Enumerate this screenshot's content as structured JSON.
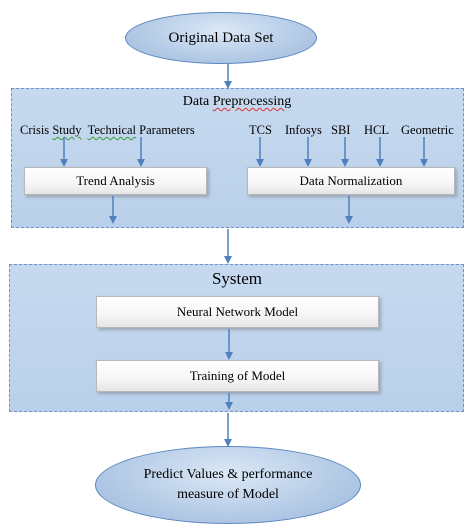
{
  "nodes": {
    "original": "Original Data Set",
    "preprocessing_title_prefix": "Data ",
    "preprocessing_title_word": "Preprocessing",
    "inputs_left": {
      "crisis": "Crisis ",
      "study": "Study",
      "technical": "Technical",
      "parameters": "Parameters"
    },
    "inputs_right": [
      "TCS",
      "Infosys",
      "SBI",
      "HCL",
      "Geometric"
    ],
    "trend": "Trend Analysis",
    "normalization": "Data Normalization",
    "system_title": "System",
    "neural": "Neural Network Model",
    "training": "Training of Model",
    "predict_line1": "Predict Values & performance",
    "predict_line2": "measure of Model"
  },
  "colors": {
    "panel_fill": "#bfd3ec",
    "panel_border": "#6f94c6",
    "arrow": "#4f81bd",
    "ellipse_border": "#5b87c0"
  }
}
